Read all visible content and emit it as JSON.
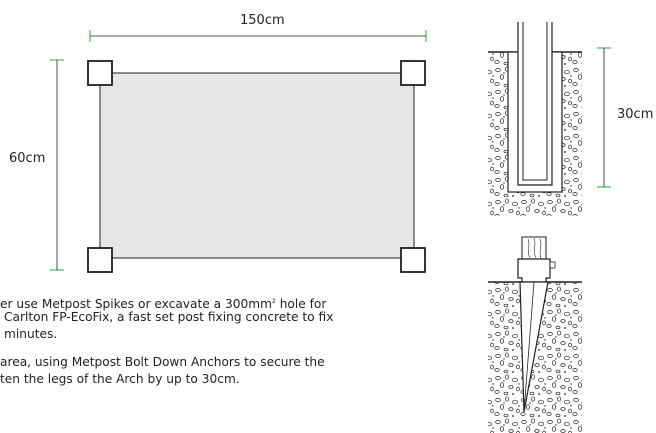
{
  "plan": {
    "width_label": "150cm",
    "height_label": "60cm"
  },
  "side_view": {
    "depth_label": "30cm"
  },
  "instructions": {
    "para1_line1_before": "er use Metpost Spikes or excavate a 300mm",
    "para1_line1_sup": "2",
    "para1_line1_after": " hole for",
    "para1_line2": "Carlton FP-EcoFix, a fast set post fixing concrete to fix",
    "para1_line3": "minutes.",
    "para2_line1": "area, using Metpost Bolt Down Anchors to secure the",
    "para2_line2": "ten the legs of the Arch by up to 30cm."
  },
  "colors": {
    "guide_green": "#2aa84a",
    "panel_fill": "#e6e6e7",
    "ink": "#231f20"
  }
}
